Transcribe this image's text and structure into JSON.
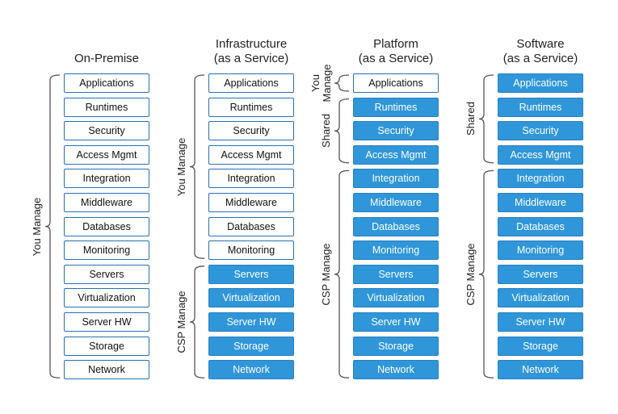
{
  "columns": [
    {
      "title_lines": [
        "On-Premise"
      ],
      "items": [
        {
          "label": "Applications",
          "style": "managed"
        },
        {
          "label": "Runtimes",
          "style": "managed"
        },
        {
          "label": "Security",
          "style": "managed"
        },
        {
          "label": "Access Mgmt",
          "style": "managed"
        },
        {
          "label": "Integration",
          "style": "managed"
        },
        {
          "label": "Middleware",
          "style": "managed"
        },
        {
          "label": "Databases",
          "style": "managed"
        },
        {
          "label": "Monitoring",
          "style": "managed"
        },
        {
          "label": "Servers",
          "style": "managed"
        },
        {
          "label": "Virtualization",
          "style": "managed"
        },
        {
          "label": "Server HW",
          "style": "managed"
        },
        {
          "label": "Storage",
          "style": "managed"
        },
        {
          "label": "Network",
          "style": "managed"
        }
      ],
      "groups": [
        {
          "label_lines": [
            "You Manage"
          ],
          "from": 0,
          "to": 12
        }
      ]
    },
    {
      "title_lines": [
        "Infrastructure",
        "(as a Service)"
      ],
      "items": [
        {
          "label": "Applications",
          "style": "managed"
        },
        {
          "label": "Runtimes",
          "style": "managed"
        },
        {
          "label": "Security",
          "style": "managed"
        },
        {
          "label": "Access Mgmt",
          "style": "managed"
        },
        {
          "label": "Integration",
          "style": "managed"
        },
        {
          "label": "Middleware",
          "style": "managed"
        },
        {
          "label": "Databases",
          "style": "managed"
        },
        {
          "label": "Monitoring",
          "style": "managed"
        },
        {
          "label": "Servers",
          "style": "provider"
        },
        {
          "label": "Virtualization",
          "style": "provider"
        },
        {
          "label": "Server HW",
          "style": "provider"
        },
        {
          "label": "Storage",
          "style": "provider"
        },
        {
          "label": "Network",
          "style": "provider"
        }
      ],
      "groups": [
        {
          "label_lines": [
            "You Manage"
          ],
          "from": 0,
          "to": 7
        },
        {
          "label_lines": [
            "CSP Manage"
          ],
          "from": 8,
          "to": 12
        }
      ]
    },
    {
      "title_lines": [
        "Platform",
        "(as a Service)"
      ],
      "items": [
        {
          "label": "Applications",
          "style": "managed"
        },
        {
          "label": "Runtimes",
          "style": "provider"
        },
        {
          "label": "Security",
          "style": "provider"
        },
        {
          "label": "Access Mgmt",
          "style": "provider"
        },
        {
          "label": "Integration",
          "style": "provider"
        },
        {
          "label": "Middleware",
          "style": "provider"
        },
        {
          "label": "Databases",
          "style": "provider"
        },
        {
          "label": "Monitoring",
          "style": "provider"
        },
        {
          "label": "Servers",
          "style": "provider"
        },
        {
          "label": "Virtualization",
          "style": "provider"
        },
        {
          "label": "Server HW",
          "style": "provider"
        },
        {
          "label": "Storage",
          "style": "provider"
        },
        {
          "label": "Network",
          "style": "provider"
        }
      ],
      "groups": [
        {
          "label_lines": [
            "You",
            "Manage"
          ],
          "from": 0,
          "to": 0
        },
        {
          "label_lines": [
            "Shared"
          ],
          "from": 1,
          "to": 3
        },
        {
          "label_lines": [
            "CSP Manage"
          ],
          "from": 4,
          "to": 12
        }
      ]
    },
    {
      "title_lines": [
        "Software",
        "(as a Service)"
      ],
      "items": [
        {
          "label": "Applications",
          "style": "provider"
        },
        {
          "label": "Runtimes",
          "style": "provider"
        },
        {
          "label": "Security",
          "style": "provider"
        },
        {
          "label": "Access Mgmt",
          "style": "provider"
        },
        {
          "label": "Integration",
          "style": "provider"
        },
        {
          "label": "Middleware",
          "style": "provider"
        },
        {
          "label": "Databases",
          "style": "provider"
        },
        {
          "label": "Monitoring",
          "style": "provider"
        },
        {
          "label": "Servers",
          "style": "provider"
        },
        {
          "label": "Virtualization",
          "style": "provider"
        },
        {
          "label": "Server HW",
          "style": "provider"
        },
        {
          "label": "Storage",
          "style": "provider"
        },
        {
          "label": "Network",
          "style": "provider"
        }
      ],
      "groups": [
        {
          "label_lines": [
            "Shared"
          ],
          "from": 0,
          "to": 3
        },
        {
          "label_lines": [
            "CSP Manage"
          ],
          "from": 4,
          "to": 12
        }
      ]
    }
  ],
  "colors": {
    "managed_fill": "#ffffff",
    "managed_border": "#2a6fb4",
    "provider_fill": "#2f96d9",
    "provider_text": "#ffffff"
  }
}
